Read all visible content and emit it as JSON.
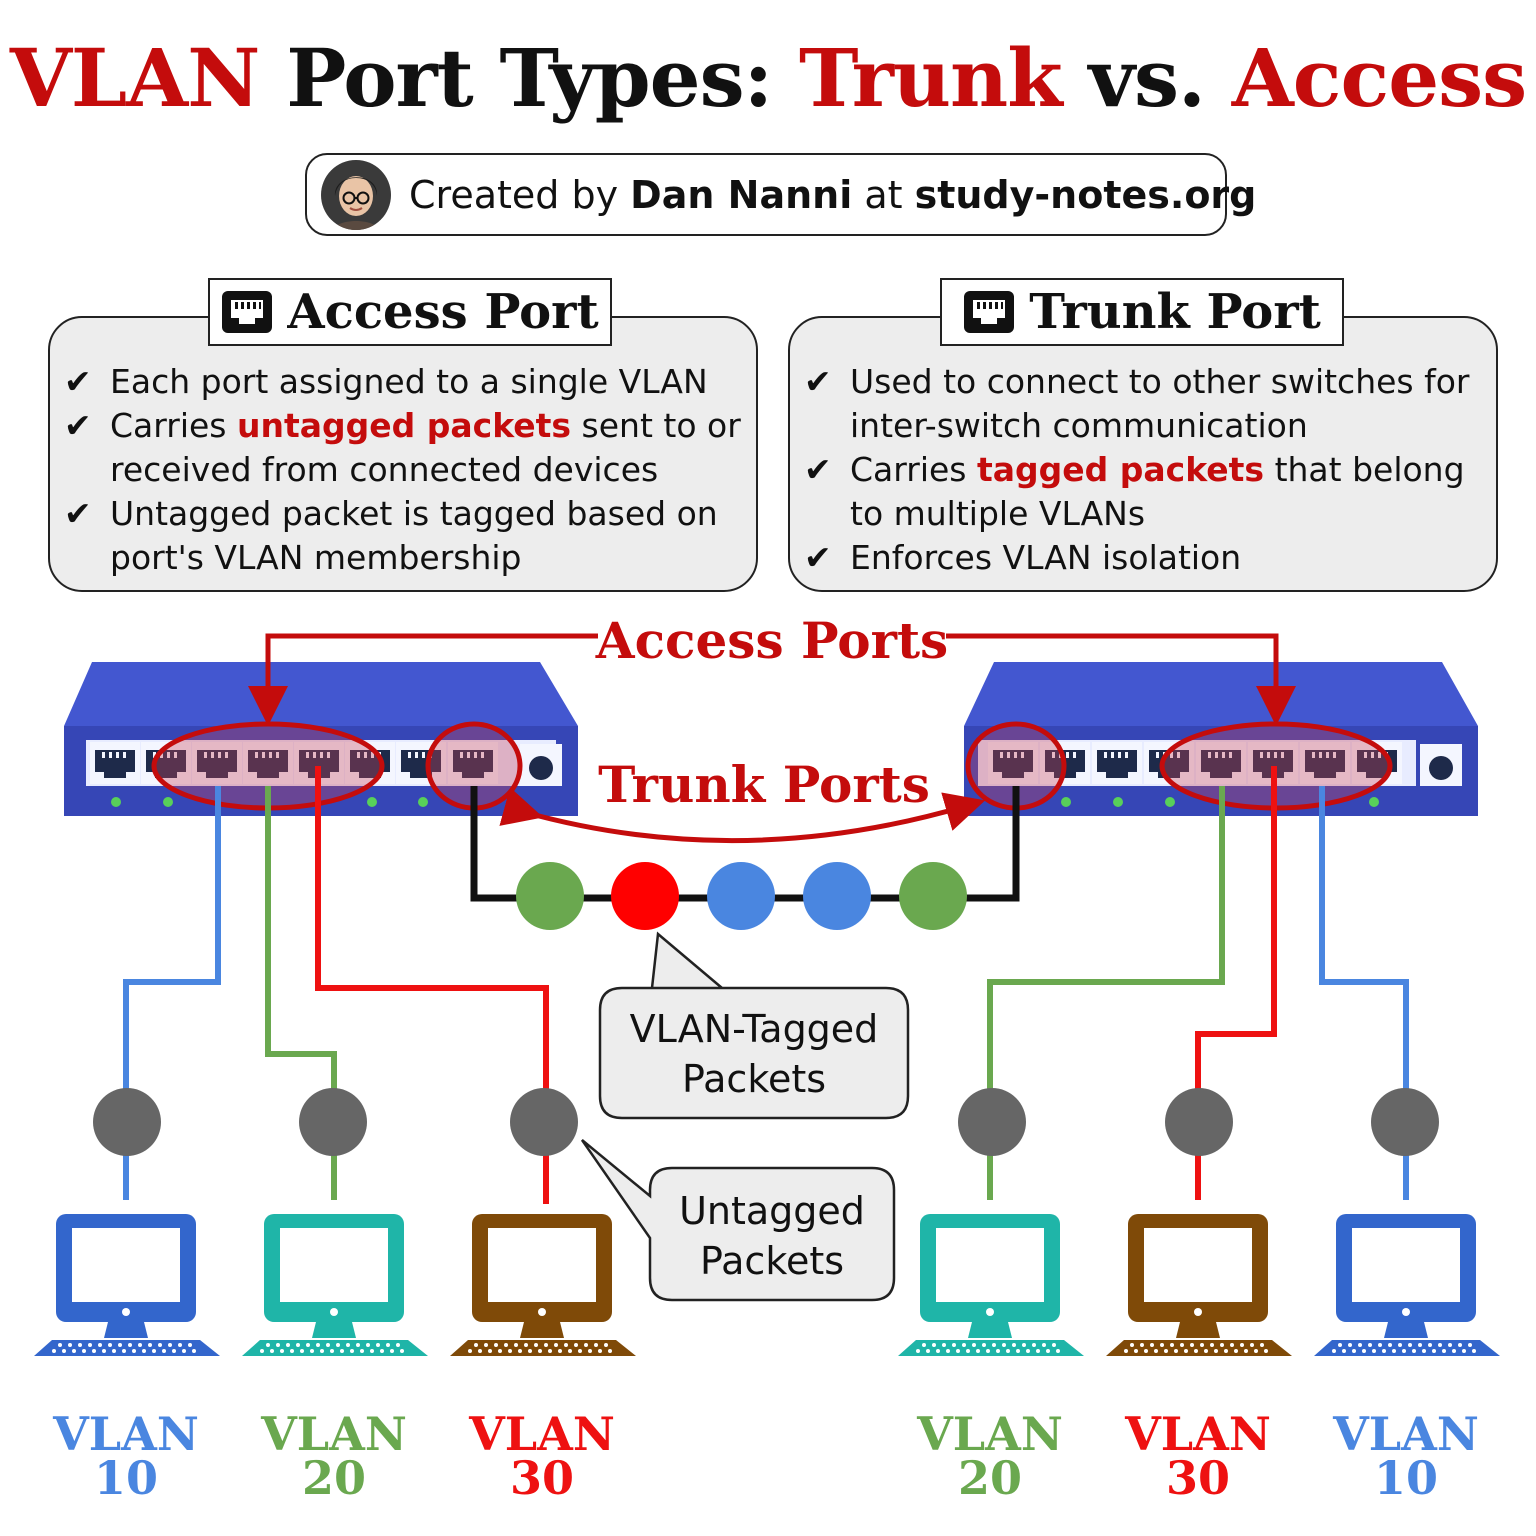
{
  "title": {
    "part1": "VLAN",
    "part2": "Port Types:",
    "part3": "Trunk",
    "part4": "vs.",
    "part5": "Access"
  },
  "credit": {
    "prefix": "Created by",
    "author": "Dan Nanni",
    "middle": "at",
    "site": "study-notes.org"
  },
  "access_card": {
    "heading": "Access Port",
    "b1": "Each port assigned to a single VLAN",
    "b2_pre": "Carries ",
    "b2_hl": "untagged packets",
    "b2_post": " sent to or received from connected devices",
    "b3": "Untagged packet is tagged based on port's VLAN membership"
  },
  "trunk_card": {
    "heading": "Trunk Port",
    "b1": "Used to connect to other switches for inter-switch communication",
    "b2_pre": "Carries ",
    "b2_hl": "tagged packets",
    "b2_post": " that belong to multiple VLANs",
    "b3": "Enforces VLAN isolation"
  },
  "check_mark": "✔",
  "diagram": {
    "access_ports_label": "Access Ports",
    "trunk_ports_label": "Trunk Ports",
    "tagged_callout_line1": "VLAN-Tagged",
    "tagged_callout_line2": "Packets",
    "untagged_callout_line1": "Untagged",
    "untagged_callout_line2": "Packets",
    "packets_on_trunk": [
      "green",
      "red",
      "blue",
      "blue",
      "green"
    ],
    "vlan_word": "VLAN",
    "left_pcs": [
      {
        "vlan": "10",
        "icon": "computer-icon"
      },
      {
        "vlan": "20",
        "icon": "computer-icon"
      },
      {
        "vlan": "30",
        "icon": "computer-icon"
      }
    ],
    "right_pcs": [
      {
        "vlan": "20",
        "icon": "computer-icon"
      },
      {
        "vlan": "30",
        "icon": "computer-icon"
      },
      {
        "vlan": "10",
        "icon": "computer-icon"
      }
    ]
  },
  "colors": {
    "accent_red": "#c40c0c",
    "vlan10_blue": "#4a86e0",
    "vlan20_green": "#6aa84f",
    "vlan30_red": "#ee1111",
    "switch_blue": "#3f51c4",
    "pc_blue": "#3366cc",
    "pc_teal": "#1fb5a8",
    "pc_brown": "#7f4a08"
  }
}
